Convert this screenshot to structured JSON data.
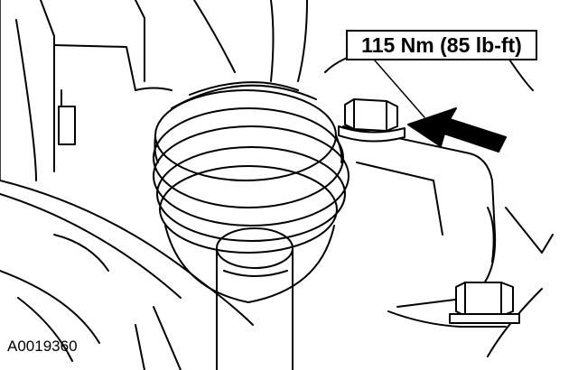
{
  "figure": {
    "torque_spec": "115 Nm (85 lb-ft)",
    "figure_id": "A0019360"
  },
  "colors": {
    "line": "#000000",
    "background": "#ffffff"
  },
  "parts": [
    "cv-joint-boot",
    "axle-shaft",
    "pinch-bolt",
    "lower-nut",
    "wheel-knuckle",
    "lower-control-arm",
    "indicator-arrow"
  ]
}
